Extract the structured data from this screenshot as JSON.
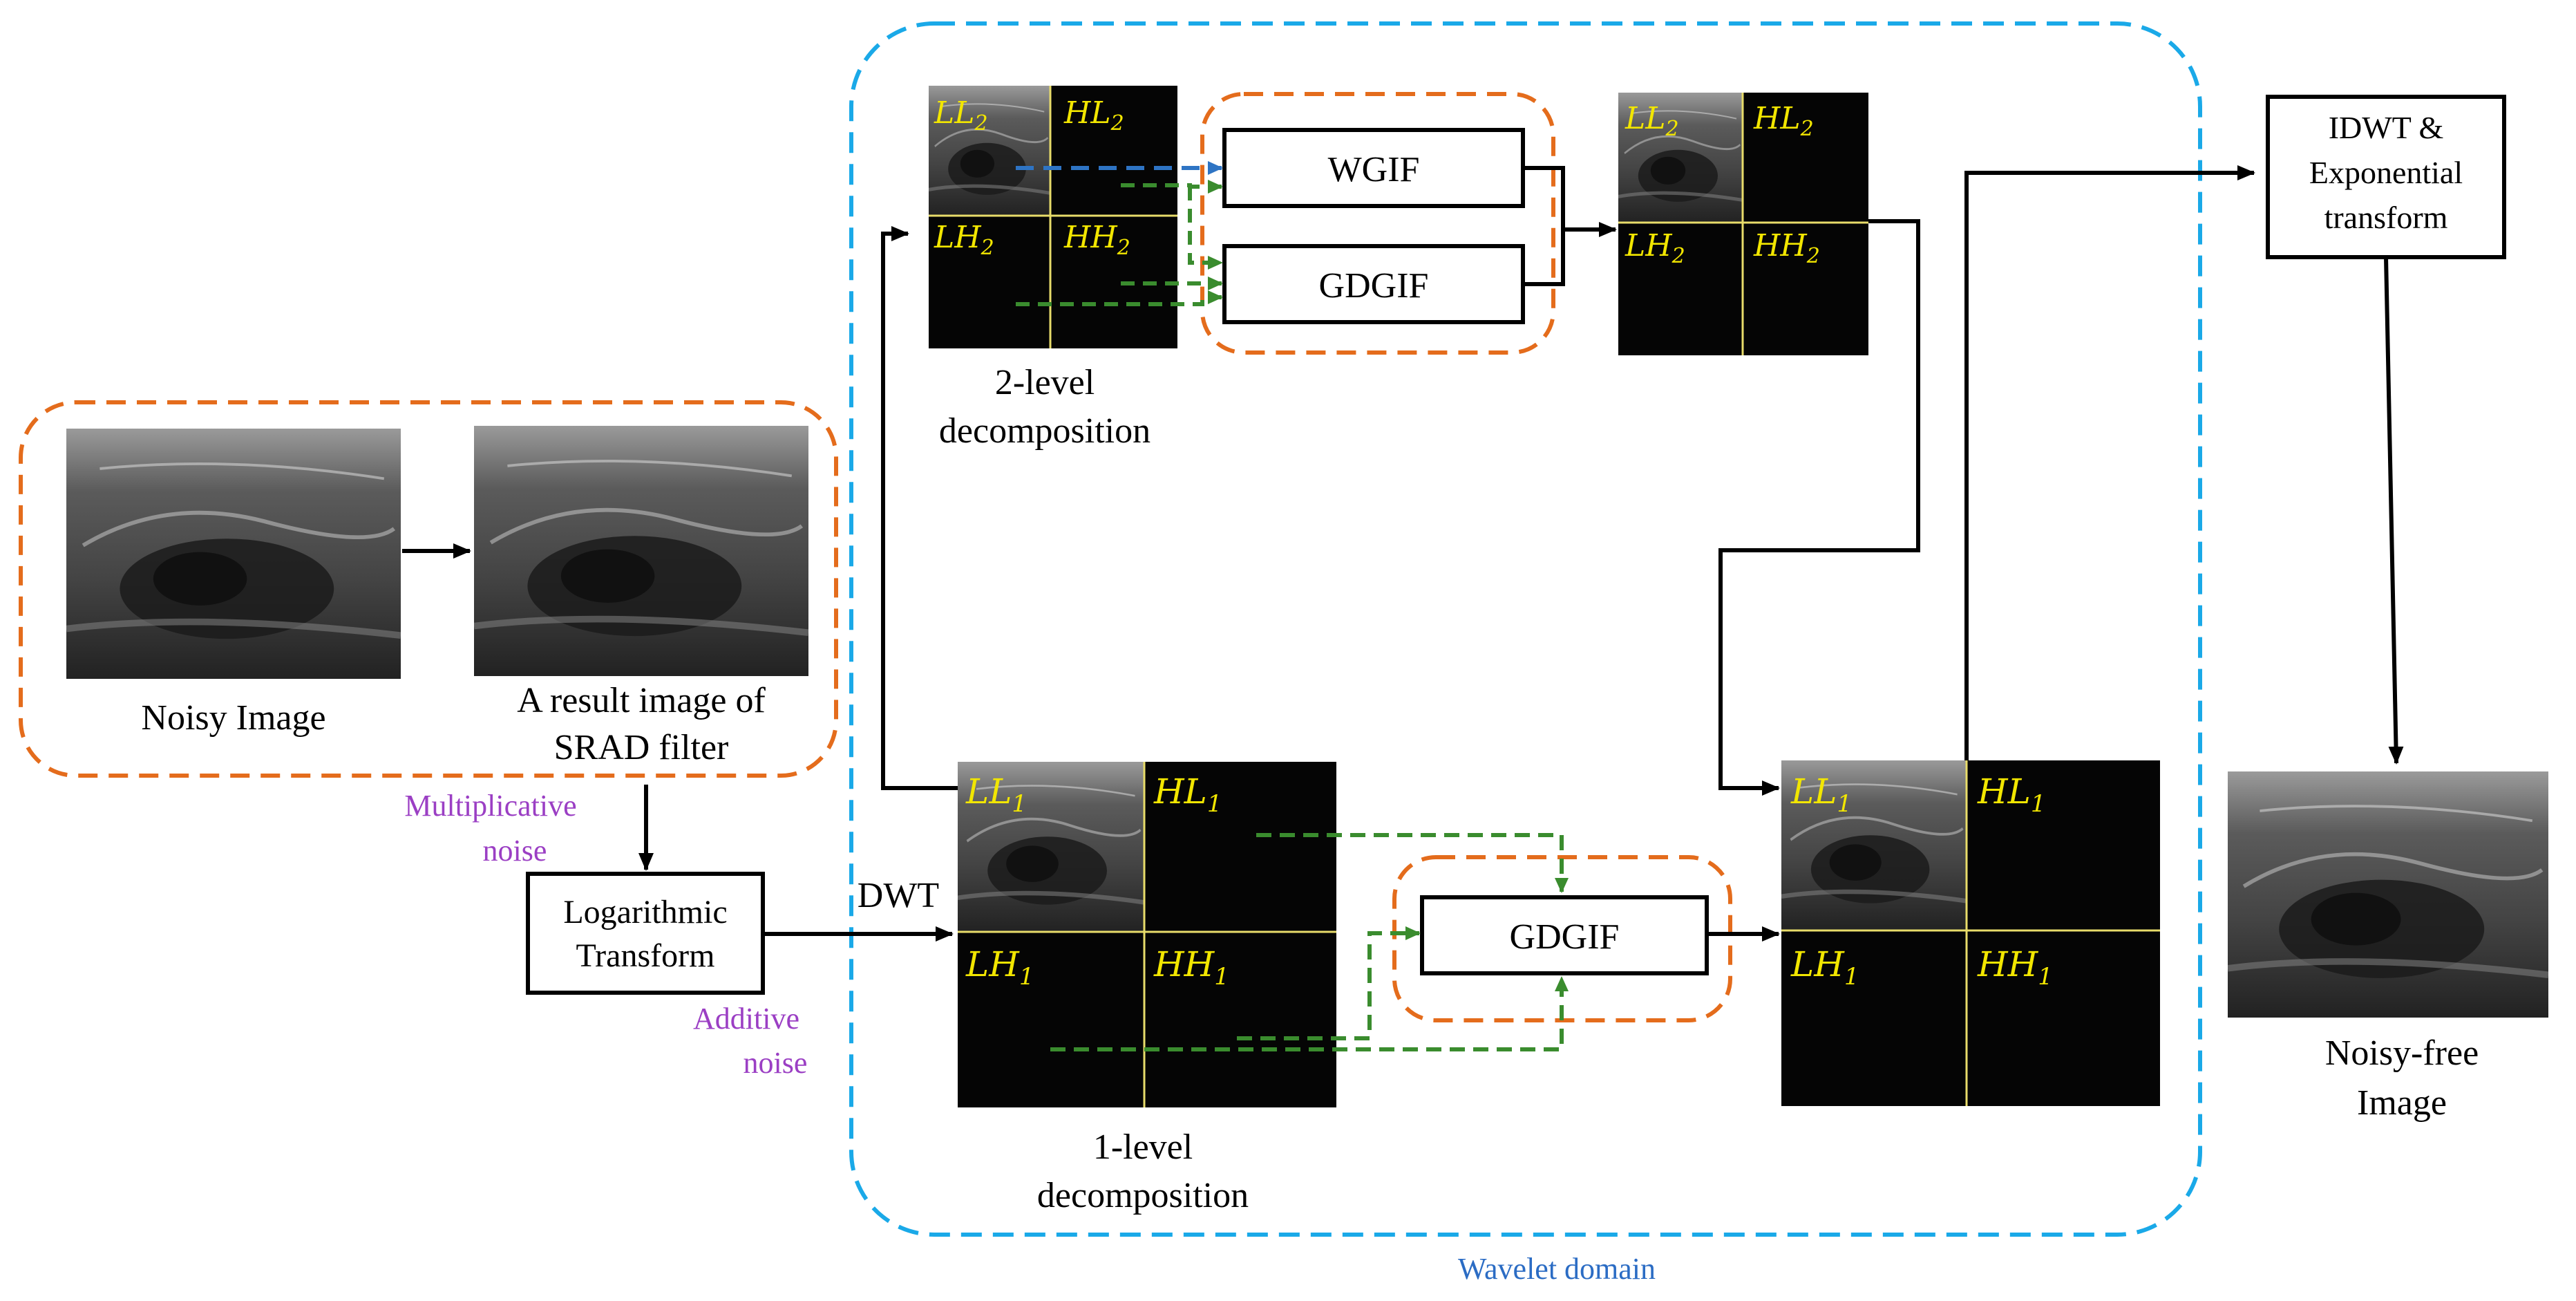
{
  "images": {
    "noisy": {
      "caption": "Noisy Image"
    },
    "srad": {
      "caption_line1": "A result image of",
      "caption_line2": "SRAD filter"
    },
    "level2_input": {
      "caption_line1": "2-level",
      "caption_line2": "decomposition",
      "quadrants": [
        [
          "LL",
          "2"
        ],
        [
          "HL",
          "2"
        ],
        [
          "LH",
          "2"
        ],
        [
          "HH",
          "2"
        ]
      ]
    },
    "level2_output": {
      "quadrants": [
        [
          "LL",
          "2"
        ],
        [
          "HL",
          "2"
        ],
        [
          "LH",
          "2"
        ],
        [
          "HH",
          "2"
        ]
      ]
    },
    "level1_input": {
      "caption_line1": "1-level",
      "caption_line2": "decomposition",
      "quadrants": [
        [
          "LL",
          "1"
        ],
        [
          "HL",
          "1"
        ],
        [
          "LH",
          "1"
        ],
        [
          "HH",
          "1"
        ]
      ]
    },
    "level1_output": {
      "quadrants": [
        [
          "LL",
          "1"
        ],
        [
          "HL",
          "1"
        ],
        [
          "LH",
          "1"
        ],
        [
          "HH",
          "1"
        ]
      ]
    },
    "noise_free": {
      "caption_line1": "Noisy-free",
      "caption_line2": "Image"
    }
  },
  "boxes": {
    "wgif": "WGIF",
    "gdgif_top": "GDGIF",
    "gdgif_bottom": "GDGIF",
    "log_transform": {
      "line1": "Logarithmic",
      "line2": "Transform"
    },
    "idwt": {
      "line1": "IDWT &",
      "line2": "Exponential",
      "line3": "transform"
    }
  },
  "labels": {
    "multiplicative_line1": "Multiplicative",
    "multiplicative_line2": "noise",
    "additive_line1": "Additive",
    "additive_line2": "noise",
    "dwt": "DWT",
    "wavelet_domain": "Wavelet domain"
  },
  "colors": {
    "orange_dash": "#e46c1c",
    "blue_dash": "#1aa9e8",
    "green_arrow": "#3a8c2e",
    "blue_arrow": "#2e74c4",
    "purple_text": "#9b3fc4",
    "wavelet_text": "#2b6cc4",
    "subband_text": "#f2e600"
  }
}
